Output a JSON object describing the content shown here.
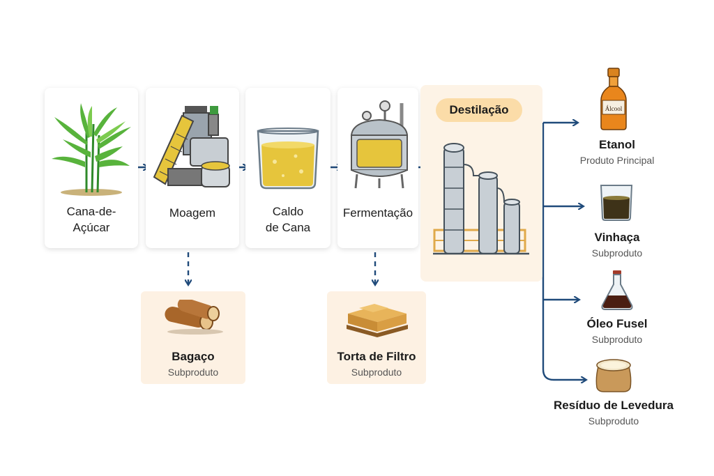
{
  "process_steps": [
    {
      "label_line1": "Cana-de-",
      "label_line2": "Açúcar"
    },
    {
      "label_line1": "Moagem",
      "label_line2": ""
    },
    {
      "label_line1": "Caldo",
      "label_line2": "de Cana"
    },
    {
      "label_line1": "Fermentação",
      "label_line2": ""
    }
  ],
  "distillation": {
    "label": "Destilação"
  },
  "byproducts": [
    {
      "title": "Bagaço",
      "subtitle": "Subproduto"
    },
    {
      "title": "Torta de Filtro",
      "subtitle": "Subproduto"
    }
  ],
  "outputs": [
    {
      "title": "Etanol",
      "subtitle": "Produto Principal",
      "bottle_label": "Álcool"
    },
    {
      "title": "Vinhaça",
      "subtitle": "Subproduto"
    },
    {
      "title": "Óleo Fusel",
      "subtitle": "Subproduto"
    },
    {
      "title": "Resíduo de Levedura",
      "subtitle": "Subproduto"
    }
  ],
  "colors": {
    "arrow": "#1f4a7a",
    "byproduct_bg": "#fdf1e3",
    "pill": "#fbdca8",
    "liquid": "#e6c53c"
  }
}
